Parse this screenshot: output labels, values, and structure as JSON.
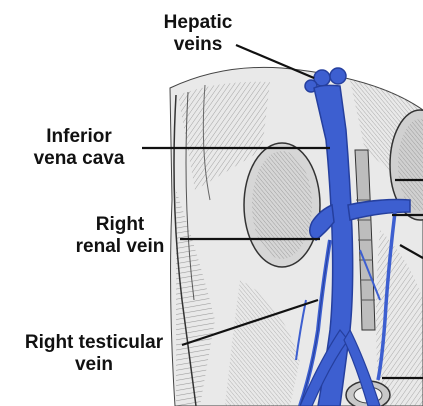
{
  "labels": {
    "hepatic_veins": [
      "Hepatic",
      "veins"
    ],
    "inferior_vena_cava": [
      "Inferior",
      "vena cava"
    ],
    "right_renal_vein": [
      "Right",
      "renal vein"
    ],
    "right_testicular_vein": [
      "Right testicular",
      "vein"
    ]
  },
  "colors": {
    "vein": "#3d5fd0",
    "vein_dark": "#253f9e",
    "leader_line": "#111111",
    "engraving_ink": "#3a3a3a"
  }
}
